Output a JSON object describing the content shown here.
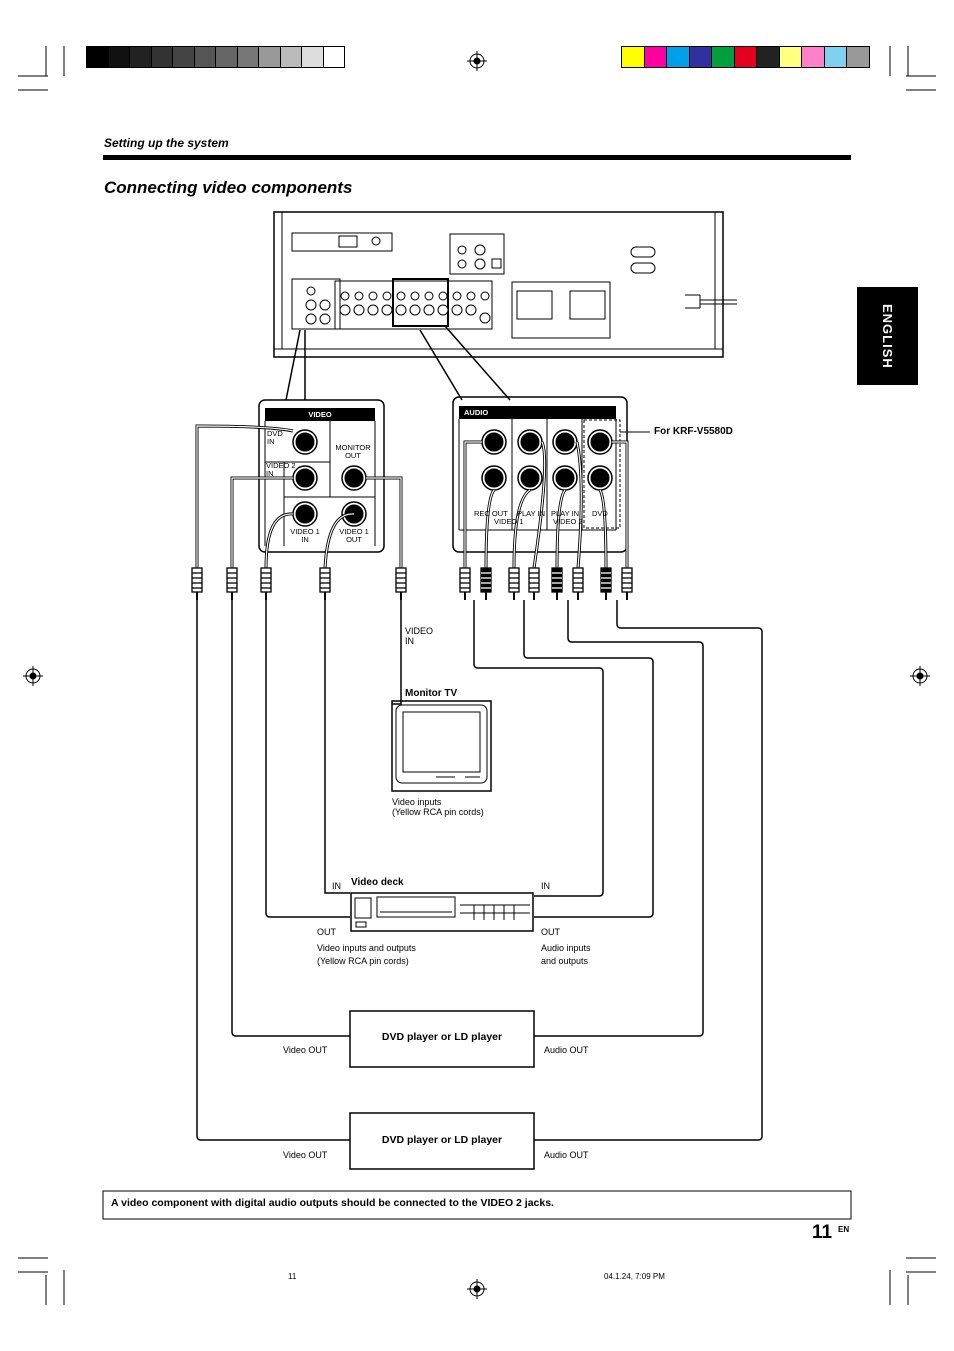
{
  "header": {
    "section_title": "Setting up the system",
    "page_title": "Connecting video components"
  },
  "side_tab": {
    "label": "ENGLISH"
  },
  "color_bars": {
    "gray": [
      "#000000",
      "#111111",
      "#222222",
      "#333333",
      "#444444",
      "#555555",
      "#666666",
      "#777777",
      "#999999",
      "#bbbbbb",
      "#dddddd",
      "#ffffff"
    ],
    "color": [
      "#ffff00",
      "#ff00a0",
      "#00a0e9",
      "#3030a0",
      "#00a040",
      "#e60020",
      "#222222",
      "#ffff80",
      "#ff80c8",
      "#80d0f0",
      "#999999"
    ]
  },
  "video_panel": {
    "header": "VIDEO",
    "jack_labels": {
      "dvd_in": [
        "DVD",
        "IN"
      ],
      "monitor_out": [
        "MONITOR",
        "OUT"
      ],
      "video2_in": [
        "VIDEO 2",
        "IN"
      ],
      "video1_in": [
        "VIDEO 1",
        "IN"
      ],
      "video1_out": [
        "VIDEO 1",
        "OUT"
      ]
    }
  },
  "audio_panel": {
    "header": "AUDIO",
    "labels": {
      "rec_out": "REC OUT",
      "play_in_1": "PLAY IN",
      "video1": "VIDEO 1",
      "play_in_2": "PLAY IN",
      "video2": "VIDEO 2",
      "dvd": "DVD"
    },
    "model_note": "For KRF-V5580D"
  },
  "monitor_tv": {
    "video_in": [
      "VIDEO",
      "IN"
    ],
    "label": "Monitor TV",
    "caption": [
      "Video inputs",
      "(Yellow RCA pin cords)"
    ]
  },
  "video_deck": {
    "label": "Video deck",
    "in_left": "IN",
    "in_right": "IN",
    "out_left": "OUT",
    "out_right": "OUT",
    "caption_left": [
      "Video inputs and outputs",
      "(Yellow RCA pin cords)"
    ],
    "caption_right": [
      "Audio inputs",
      "and outputs"
    ]
  },
  "dvd_player_1": {
    "label": "DVD player or LD player",
    "video_out": "Video OUT",
    "audio_out": "Audio OUT"
  },
  "dvd_player_2": {
    "label": "DVD player or LD player",
    "video_out": "Video OUT",
    "audio_out": "Audio OUT"
  },
  "footer": {
    "note": "A video component with digital audio outputs should be connected to the VIDEO 2 jacks.",
    "page_number": "11",
    "page_suffix": "EN",
    "print_page": "11",
    "print_timestamp": "04.1.24, 7:09 PM"
  }
}
